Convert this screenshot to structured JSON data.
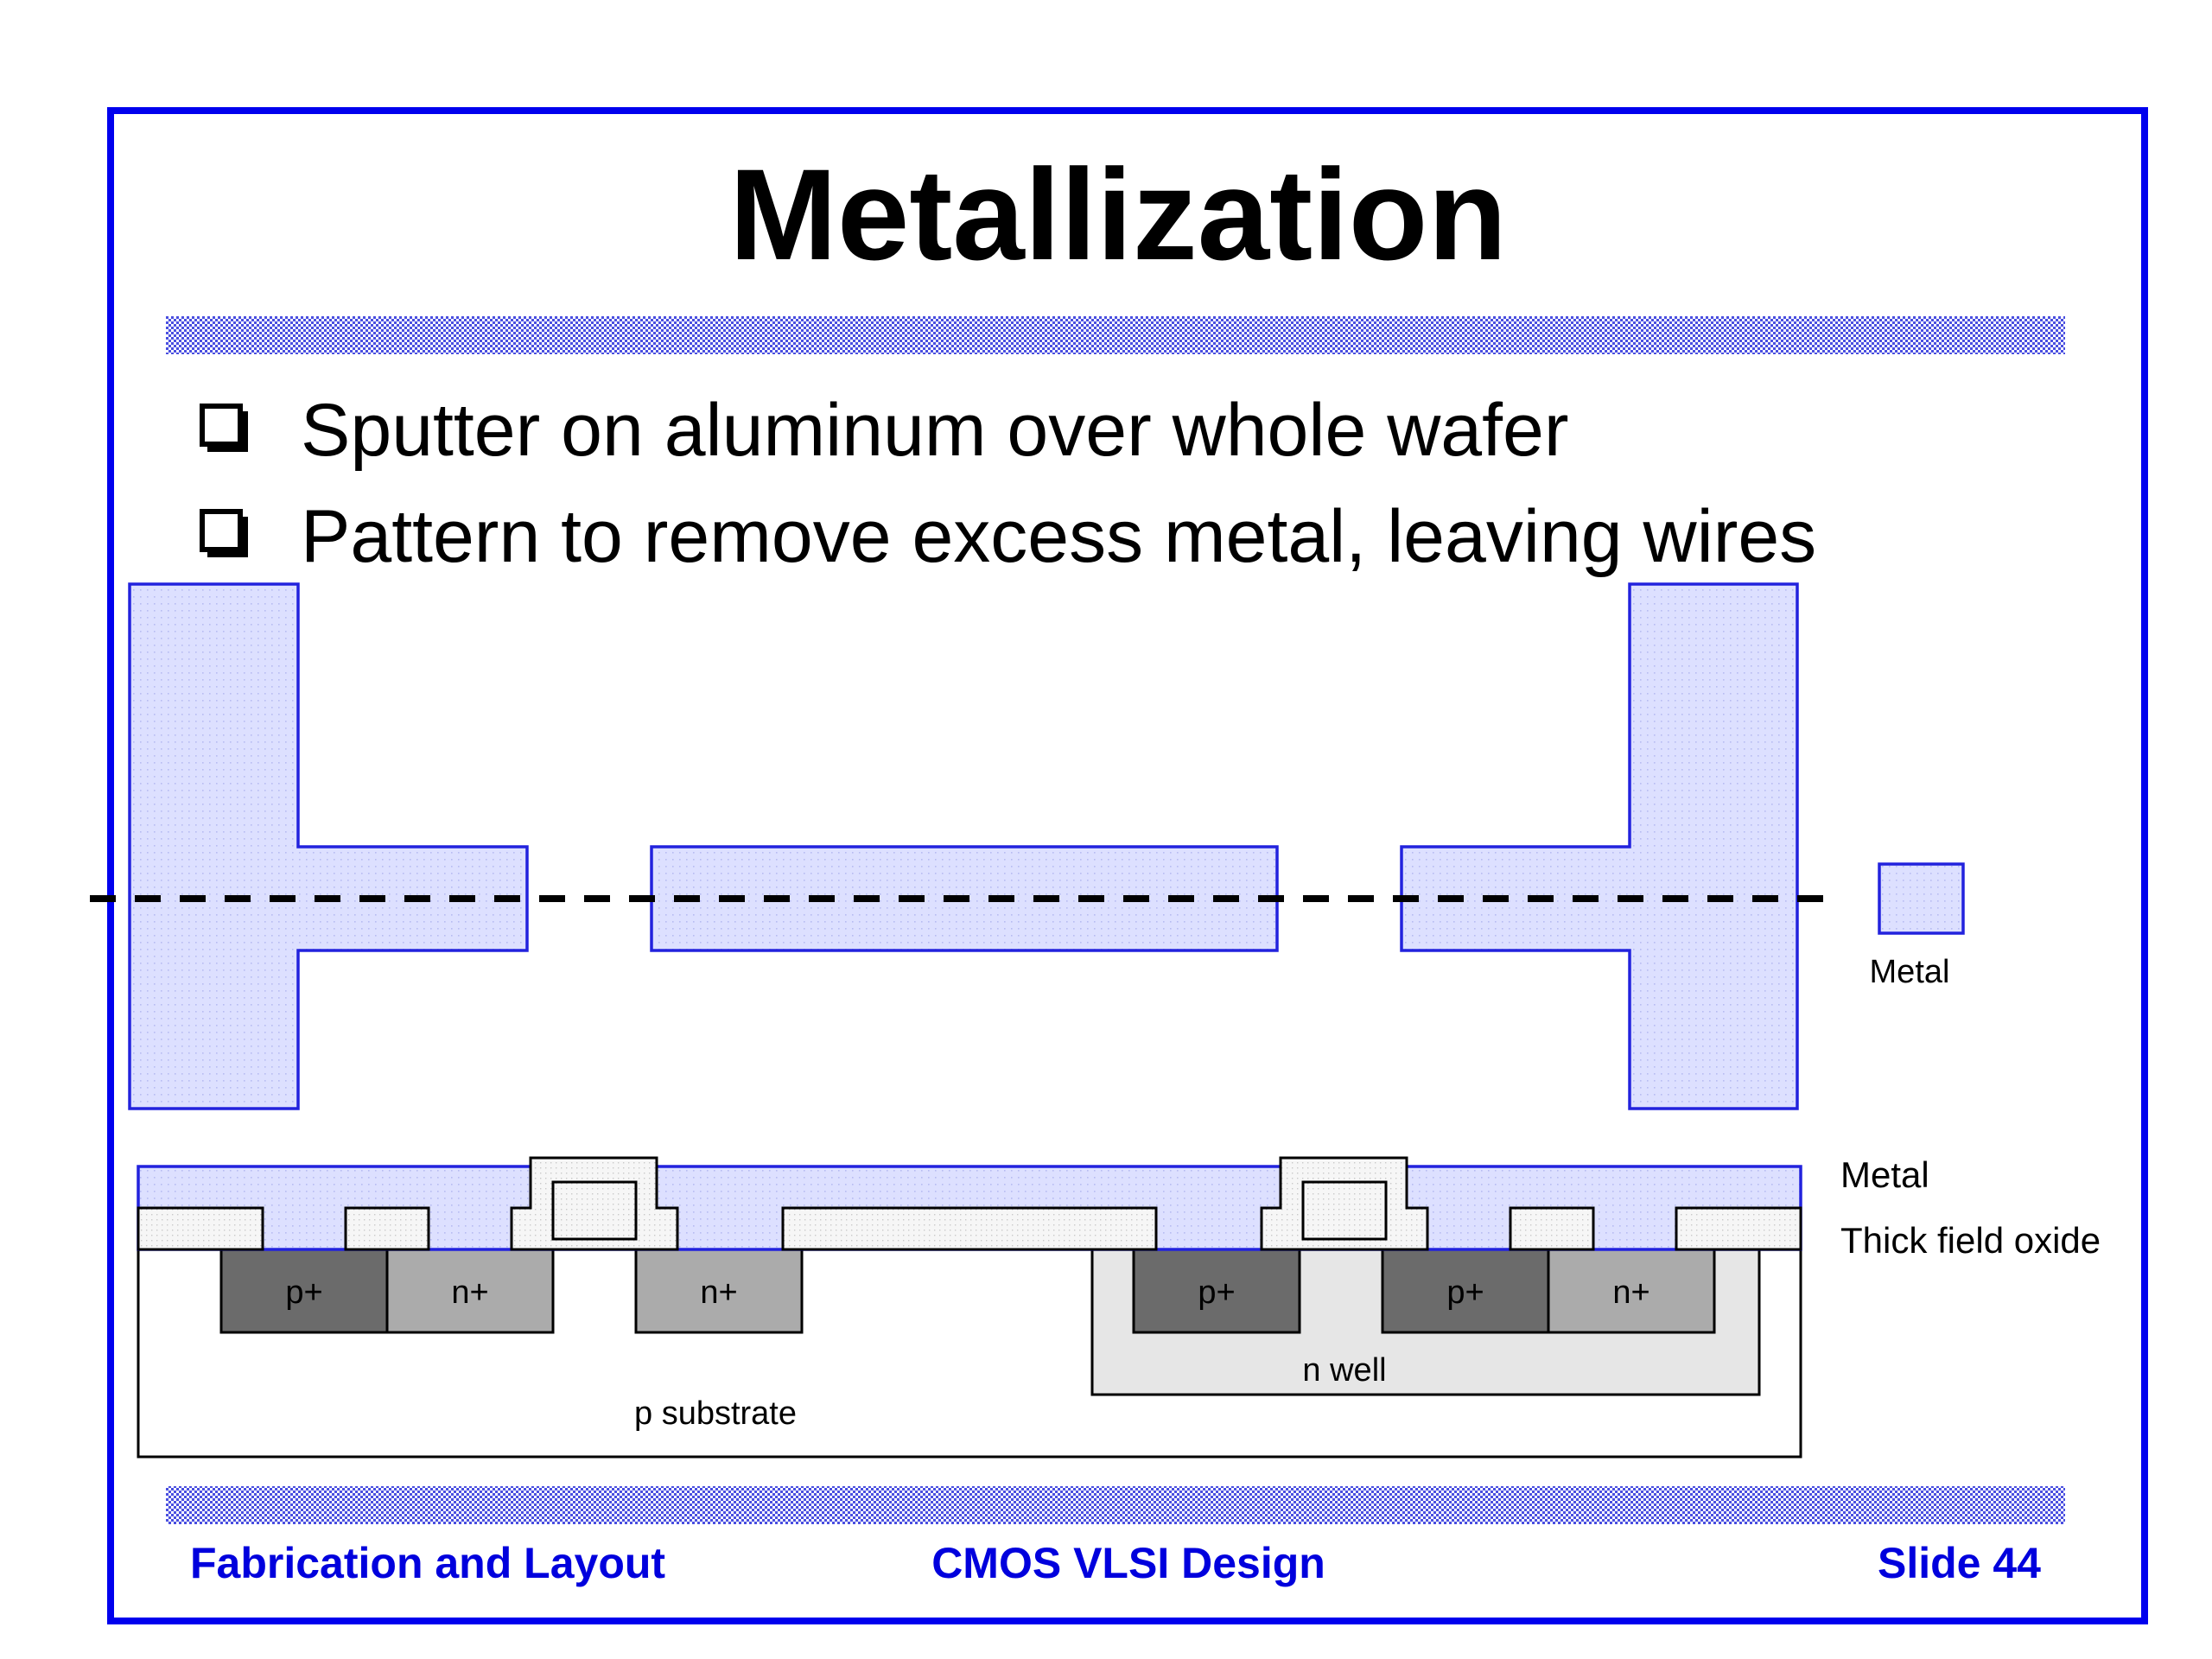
{
  "slide": {
    "title": "Metallization",
    "bullets": [
      "Sputter on aluminum over whole wafer",
      "Pattern to remove excess metal, leaving wires"
    ],
    "footer": {
      "left": "Fabrication and Layout",
      "center": "CMOS VLSI Design",
      "right": "Slide 44"
    }
  },
  "diagram": {
    "layout_legend": "Metal",
    "cross_section_legend": [
      "Metal",
      "Thick field oxide"
    ],
    "diffusions": [
      "p+",
      "n+",
      "n+",
      "p+",
      "p+",
      "n+"
    ],
    "well_label": "n well",
    "substrate_label": "p substrate"
  },
  "colors": {
    "border": "#0000ee",
    "footer_text": "#0000dd",
    "metal_fill": "#dde0ff",
    "metal_stroke": "#2222dd",
    "p_plus": "#6b6b6b",
    "n_plus": "#ababab",
    "n_well": "#e6e6e6"
  }
}
